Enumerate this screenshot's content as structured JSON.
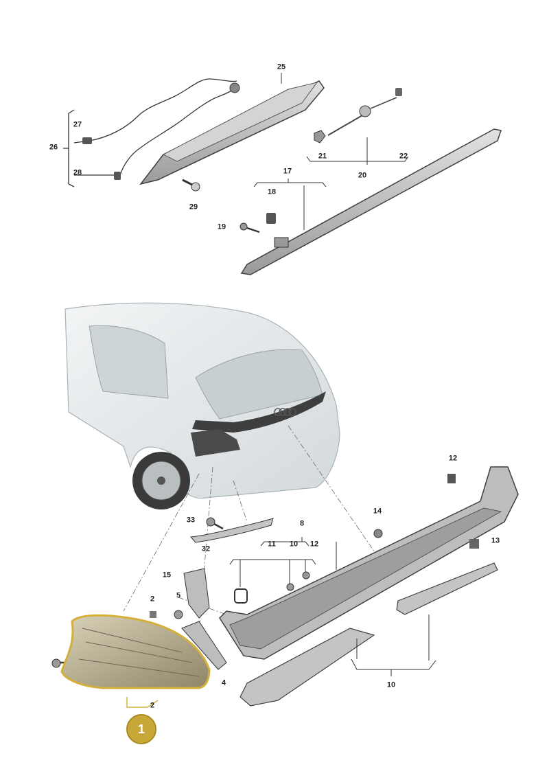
{
  "labels": {
    "l25": "25",
    "l27": "27",
    "l26": "26",
    "l28": "28",
    "l29": "29",
    "l21": "21",
    "l22": "22",
    "l20": "20",
    "l17": "17",
    "l18": "18",
    "l19": "19",
    "l12a": "12",
    "l14": "14",
    "l13": "13",
    "l8": "8",
    "l11": "11",
    "l10a": "10",
    "l12b": "12",
    "l33": "33",
    "l32": "32",
    "l15": "15",
    "l2a": "2",
    "l5": "5",
    "l4": "4",
    "l10b": "10",
    "l2b": "2"
  },
  "callout": {
    "number": "1"
  },
  "colors": {
    "part_fill": "#c9c9c9",
    "part_stroke": "#4a4a4a",
    "car_fill": "#e4e8ea",
    "lamp_fill": "#b8ad8a",
    "lamp_outline": "#d4b03a",
    "badge": "#c9a83a"
  }
}
